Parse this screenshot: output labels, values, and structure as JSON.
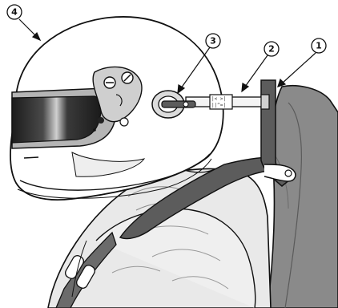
{
  "callouts": [
    {
      "id": "1",
      "label": "①",
      "part": "hans-device-yoke"
    },
    {
      "id": "2",
      "label": "②",
      "part": "tether"
    },
    {
      "id": "3",
      "label": "③",
      "part": "helmet-anchor-post"
    },
    {
      "id": "4",
      "label": "④",
      "part": "helmet"
    }
  ],
  "tether_markings": [
    "|< >|",
    "||^=|"
  ],
  "colors": {
    "outline": "#111111",
    "helmet_shell": "#ffffff",
    "visor_dark": "#2a2a2a",
    "device_gray": "#5c5c5c",
    "seat_gray": "#8a8a8a",
    "suit_light": "#e9e9e9",
    "tether_light": "#f4f4f4"
  }
}
